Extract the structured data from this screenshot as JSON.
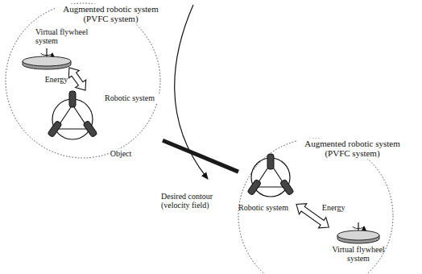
{
  "diagram": {
    "nodes": [
      {
        "text": [
          "Augmented robotic system (PVFC system)"
        ]
      },
      {
        "text": [
          "Virtual flywheel system"
        ],
        "in": 0
      },
      {
        "text": [
          "Robotic system"
        ],
        "in": 0
      },
      {
        "text": [
          "Augmented robotic system (PVFC system)"
        ]
      },
      {
        "text": [
          "Robotic system"
        ],
        "in": 3
      },
      {
        "text": [
          "Virtual flywheel system"
        ],
        "in": 3
      }
    ],
    "edges": [
      {
        "from": 1,
        "to": 2,
        "label": "Energy",
        "arrow": "both"
      },
      {
        "from": 2,
        "to": 4,
        "label": "Object",
        "arrow": "none"
      },
      {
        "from": 4,
        "to": 5,
        "label": "Energy",
        "arrow": "both"
      }
    ],
    "labels": [
      "Desired contour (velocity field)"
    ]
  }
}
